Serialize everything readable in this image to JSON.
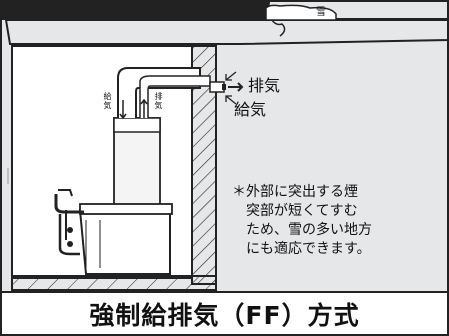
{
  "labels": {
    "snow": "雪",
    "exhaust": "排気",
    "intake": "給気",
    "pipe_intake": "給気",
    "pipe_exhaust": "排気"
  },
  "note_lines": [
    "＊外部に突出する煙",
    "突部が短くてすむ",
    "ため、雪の多い地方",
    "にも適応できます。"
  ],
  "caption": "強制給排気（FF）方式",
  "colors": {
    "outdoor": "#e6e7e8",
    "line": "#222222",
    "indoor": "#ffffff"
  }
}
